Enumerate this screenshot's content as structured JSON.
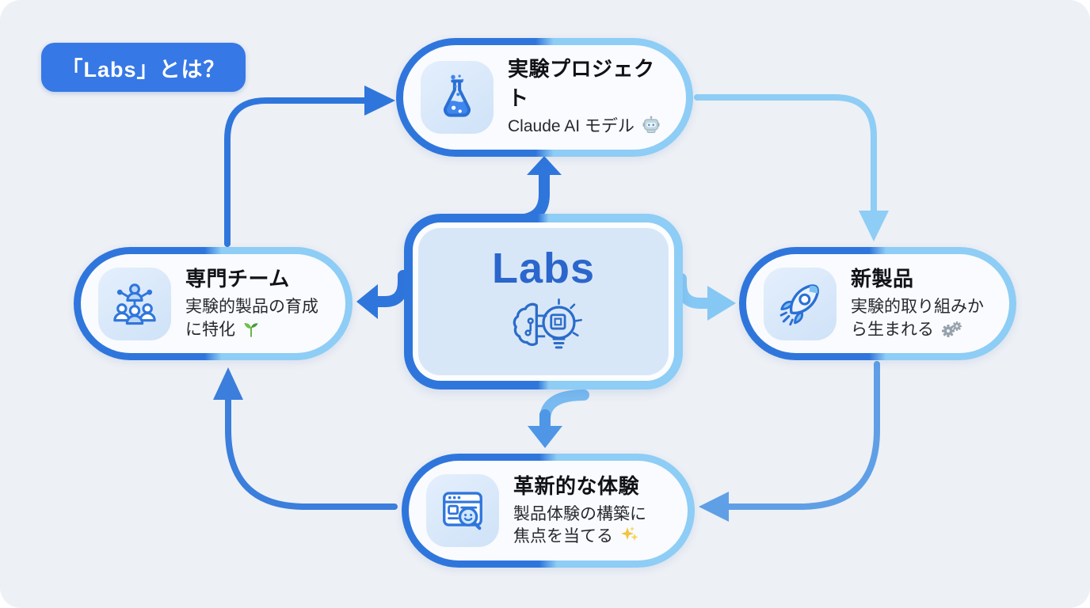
{
  "badge": {
    "label": "「Labs」とは？"
  },
  "center": {
    "title": "Labs",
    "icon": "brain-circuit-lightbulb-icon"
  },
  "nodes": {
    "top": {
      "title": "実験プロジェクト",
      "subtitle": "Claude AI モデル",
      "emoji": "🤖",
      "emoji_name": "robot-emoji",
      "icon": "flask-icon"
    },
    "right": {
      "title": "新製品",
      "subtitle": "実験的取り組みから生まれる",
      "emoji": "⚙️",
      "emoji_name": "gears-emoji",
      "icon": "rocket-icon"
    },
    "bottom": {
      "title": "革新的な体験",
      "subtitle": "製品体験の構築に焦点を当てる",
      "emoji": "✨",
      "emoji_name": "sparkles-emoji",
      "icon": "browser-search-icon"
    },
    "left": {
      "title": "専門チーム",
      "subtitle": "実験的製品の育成に特化",
      "emoji": "🌱",
      "emoji_name": "seedling-emoji",
      "icon": "team-network-icon"
    }
  },
  "arrows": [
    {
      "name": "arrow-left-to-top",
      "color": "#2f76dc"
    },
    {
      "name": "arrow-top-to-right",
      "color": "#8ecdf5"
    },
    {
      "name": "arrow-right-to-bottom",
      "color": "#5f9fe6"
    },
    {
      "name": "arrow-bottom-to-left",
      "color": "#3b7edc"
    },
    {
      "name": "arrow-center-to-top",
      "color": "#2f76dc"
    },
    {
      "name": "arrow-center-to-left",
      "color": "#2f76dc"
    },
    {
      "name": "arrow-center-to-right",
      "color": "#85c8f4"
    },
    {
      "name": "arrow-center-to-bottom",
      "color": "#4f97e6"
    }
  ],
  "colors": {
    "background": "#edf0f5",
    "accent_dark": "#2f76dc",
    "accent_mid": "#5f9fe6",
    "accent_light": "#8ecdf5",
    "badge_blue": "#3678e6",
    "center_fill": "#d8e7f8",
    "labs_text": "#2b66cc",
    "pill_inner": "#f9fbfe",
    "icon_tile": "#d9e8fb",
    "title_text": "#101216",
    "subtitle_text": "#26292e",
    "seedling_green": "#5cab3a",
    "sparkle_yellow": "#f2c53d",
    "gear_gray": "#97a1ab"
  }
}
